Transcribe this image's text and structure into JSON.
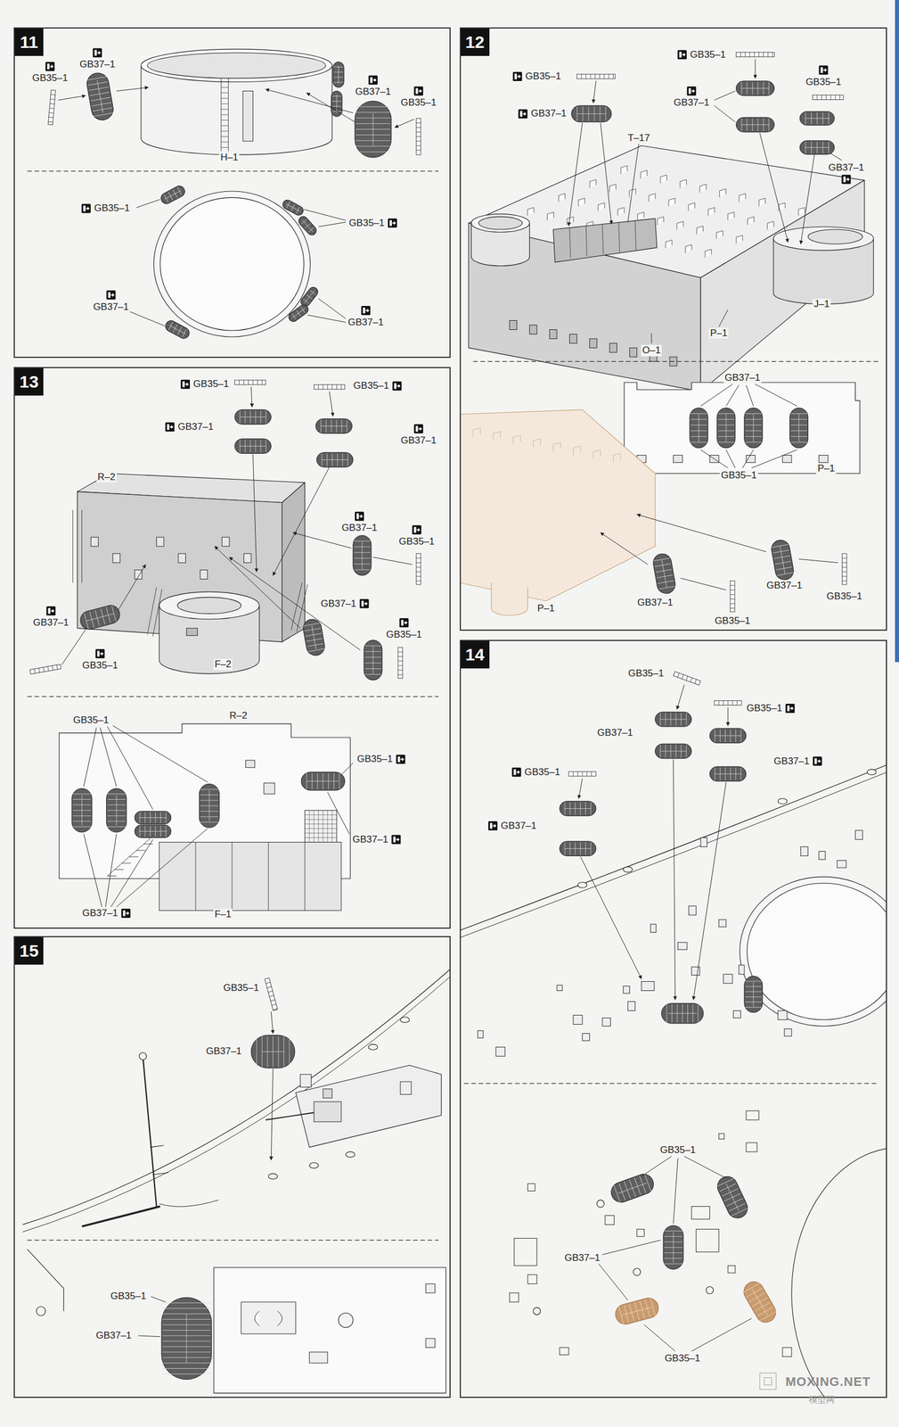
{
  "diagram": {
    "nodes": [
      {
        "text": [
          "11"
        ]
      },
      {
        "text": [
          "12"
        ]
      },
      {
        "text": [
          "13"
        ]
      },
      {
        "text": [
          "14"
        ]
      },
      {
        "text": [
          "15"
        ]
      }
    ],
    "labels": [
      "GB35–1",
      "GB37–1",
      "H–1",
      "GB37–1",
      "GB35–1",
      "GB35–1",
      "GB35–1",
      "GB37–1",
      "GB37–1",
      "GB35–1",
      "GB37–1",
      "GB35–1",
      "GB37–1",
      "GB35–1",
      "GB37–1",
      "T–17",
      "J–1",
      "P–1",
      "O–1",
      "GB37–1",
      "GB35–1",
      "P–1",
      "GB37–1",
      "GB35–1",
      "GB37–1",
      "GB35–1",
      "P–1",
      "R–2",
      "GB35–1",
      "GB35–1",
      "GB37–1",
      "GB37–1",
      "GB37–1",
      "GB35–1",
      "GB37–1",
      "GB35–1",
      "GB37–1",
      "GB35–1",
      "F–2",
      "GB35–1",
      "R–2",
      "GB35–1",
      "GB37–1",
      "GB37–1",
      "F–1",
      "GB35–1",
      "GB35–1",
      "GB37–1",
      "GB37–1",
      "GB35–1",
      "GB37–1",
      "GB35–1",
      "GB37–1",
      "GB35–1",
      "GB35–1",
      "GB37–1",
      "GB35–1",
      "GB37–1",
      "MOXING.NET",
      "模型网"
    ]
  }
}
